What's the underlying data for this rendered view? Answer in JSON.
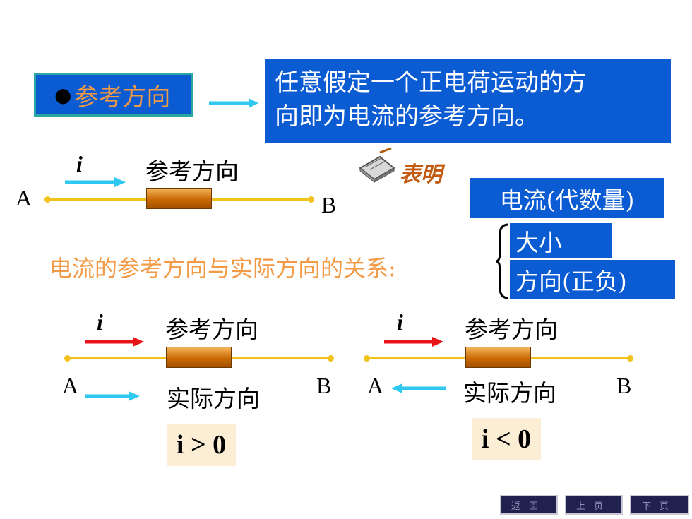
{
  "title_box": {
    "bullet": "●",
    "label": "参考方向"
  },
  "definition": {
    "line1": "任意假定一个正电荷运动的方",
    "line2": "向即为电流的参考方向。"
  },
  "top_circuit": {
    "i_label": "i",
    "ref_label": "参考方向",
    "node_a": "A",
    "node_b": "B"
  },
  "note": {
    "label": "表明"
  },
  "current_box": {
    "label": "电流(代数量)"
  },
  "brace_items": {
    "magnitude": "大小",
    "direction": "方向(正负)"
  },
  "relation_heading": "电流的参考方向与实际方向的关系:",
  "left_circuit": {
    "i_label": "i",
    "ref_label": "参考方向",
    "actual_label": "实际方向",
    "node_a": "A",
    "node_b": "B",
    "inequality": "i > 0"
  },
  "right_circuit": {
    "i_label": "i",
    "ref_label": "参考方向",
    "actual_label": "实际方向",
    "node_a": "A",
    "node_b": "B",
    "inequality": "i < 0"
  },
  "nav": {
    "back": "返回",
    "prev": "上页",
    "next": "下页"
  },
  "colors": {
    "blue_box": "#0b5bd3",
    "orange_text": "#f29a45",
    "cyan_arrow": "#2ec8f0",
    "red_arrow": "#e8141a",
    "wire": "#f2c21b"
  }
}
